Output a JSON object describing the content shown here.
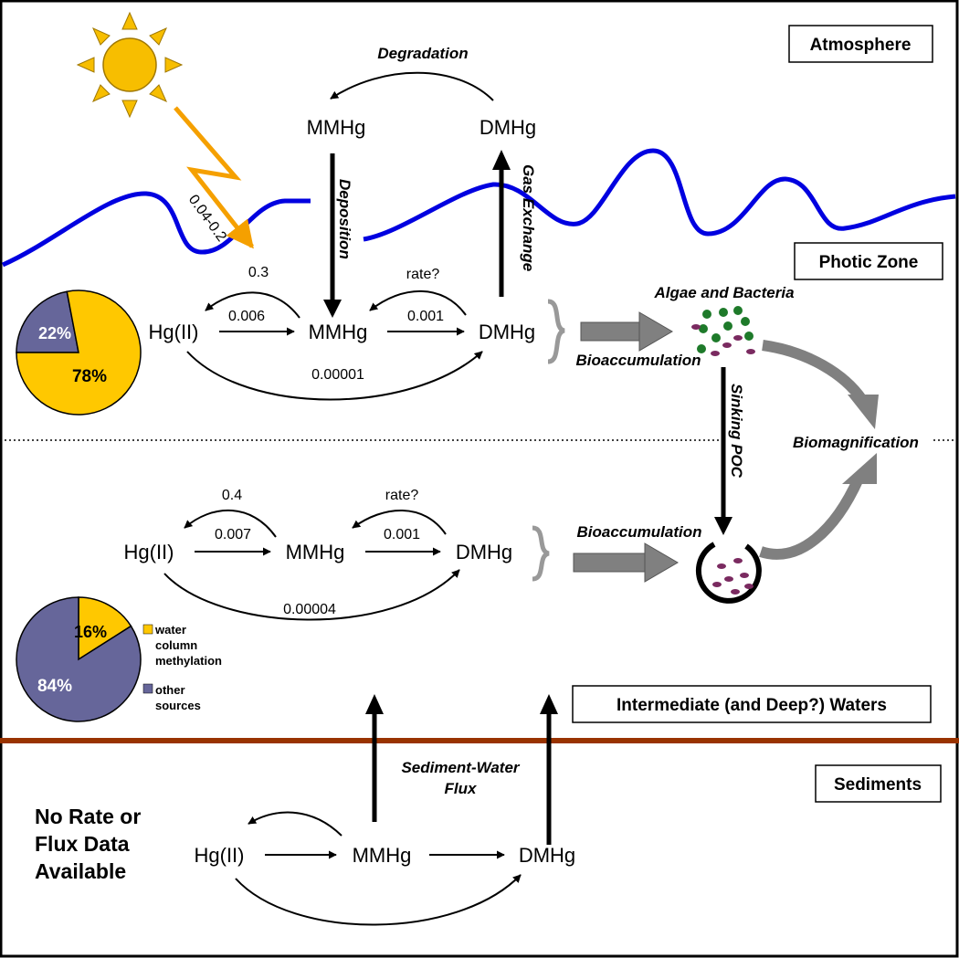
{
  "zones": {
    "atmosphere": "Atmosphere",
    "photic": "Photic Zone",
    "intermediate": "Intermediate (and Deep?) Waters",
    "sediments": "Sediments"
  },
  "atmosphere": {
    "mmhg": "MMHg",
    "dmhg": "DMHg",
    "degradation": "Degradation",
    "deposition": "Deposition",
    "gas_exchange": "Gas Exchange",
    "sun_rate": "0.04-0.2"
  },
  "photic": {
    "hg": "Hg(II)",
    "mmhg": "MMHg",
    "dmhg": "DMHg",
    "rate_demeth": "0.3",
    "rate_methylation": "0.006",
    "rate_unknown": "rate?",
    "rate_mm_to_dm": "0.001",
    "rate_hg_to_dm": "0.00001",
    "pie": {
      "slice_a": "22%",
      "slice_b": "78%",
      "values": [
        22,
        78
      ]
    }
  },
  "biology": {
    "algae": "Algae and Bacteria",
    "bioaccum_upper": "Bioaccumulation",
    "sinking": "Sinking POC",
    "biomagnification": "Biomagnification",
    "bioaccum_lower": "Bioaccumulation"
  },
  "intermediate": {
    "hg": "Hg(II)",
    "mmhg": "MMHg",
    "dmhg": "DMHg",
    "rate_demeth": "0.4",
    "rate_methylation": "0.007",
    "rate_unknown": "rate?",
    "rate_mm_to_dm": "0.001",
    "rate_hg_to_dm": "0.00004",
    "pie": {
      "slice_a": "16%",
      "slice_b": "84%",
      "values": [
        16,
        84
      ]
    },
    "legend": {
      "water_line1": "water",
      "water_line2": "column",
      "water_line3": "methylation",
      "other_line1": "other",
      "other_line2": "sources"
    }
  },
  "sediments": {
    "hg": "Hg(II)",
    "mmhg": "MMHg",
    "dmhg": "DMHg",
    "flux_line1": "Sediment-Water",
    "flux_line2": "Flux",
    "note_line1": "No Rate or",
    "note_line2": "Flux Data",
    "note_line3": "Available"
  },
  "colors": {
    "sun": "#f7be00",
    "sun_outline": "#a07800",
    "lightning": "#f5a000",
    "water_line": "#0000e0",
    "sediment_line": "#993300",
    "pie_yellow": "#ffc800",
    "pie_purple": "#66669a",
    "dot_green": "#1e7a2a",
    "dot_purple": "#7a2a60",
    "gray_arrow": "#808080"
  }
}
